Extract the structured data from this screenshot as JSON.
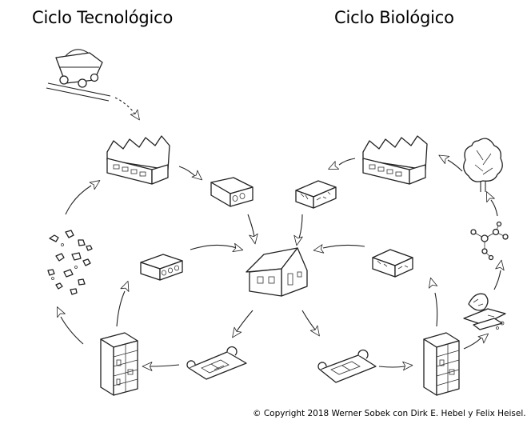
{
  "titles": {
    "technological": "Ciclo Tecnológico",
    "biological": "Ciclo Biológico"
  },
  "copyright": "© Copyright 2018 Werner Sobek con Dirk E. Hebel y Felix Heisel.",
  "colors": {
    "stroke": "#222222",
    "background": "#ffffff"
  }
}
